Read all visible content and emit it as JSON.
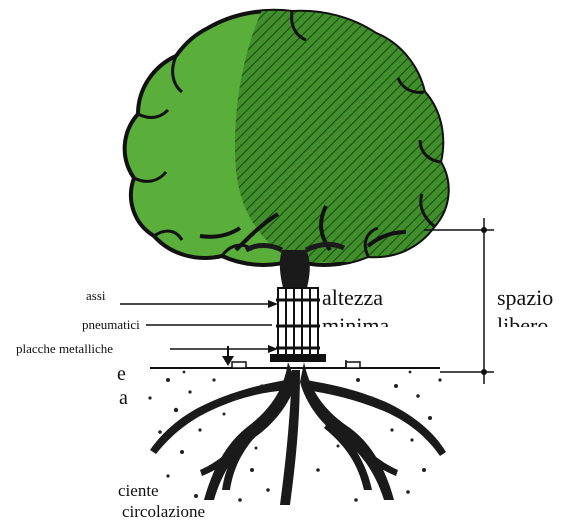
{
  "diagram": {
    "labels": {
      "assi": "assi",
      "pneumatici": "pneumatici",
      "placche": "placche metalliche",
      "altezza": "altezza",
      "minima": "minima",
      "spazio": "spazio",
      "libero": "libero",
      "frag_e": "e",
      "frag_a": "a",
      "frag_ciente": "ciente",
      "frag_circolazione": "circolazione"
    },
    "colors": {
      "foliage": "#5aae3a",
      "foliage_dark": "#3f8f2a",
      "outline": "#111111",
      "roots": "#1a1a1a"
    }
  }
}
